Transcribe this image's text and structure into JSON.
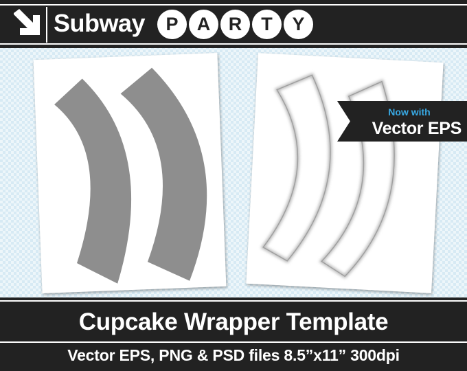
{
  "header": {
    "logo_icon": "diagonal-arrow-down-right-icon",
    "brand": "Subway",
    "letters": [
      "P",
      "A",
      "R",
      "T",
      "Y"
    ]
  },
  "badge": {
    "line1": "Now with",
    "line2": "Vector EPS",
    "accent_color": "#38a9e4"
  },
  "footer": {
    "title": "Cupcake Wrapper Template",
    "subtitle": "Vector EPS, PNG & PSD  files 8.5”x11” 300dpi"
  },
  "colors": {
    "bar": "#222222",
    "wrapper_fill": "#8e8e8e"
  }
}
